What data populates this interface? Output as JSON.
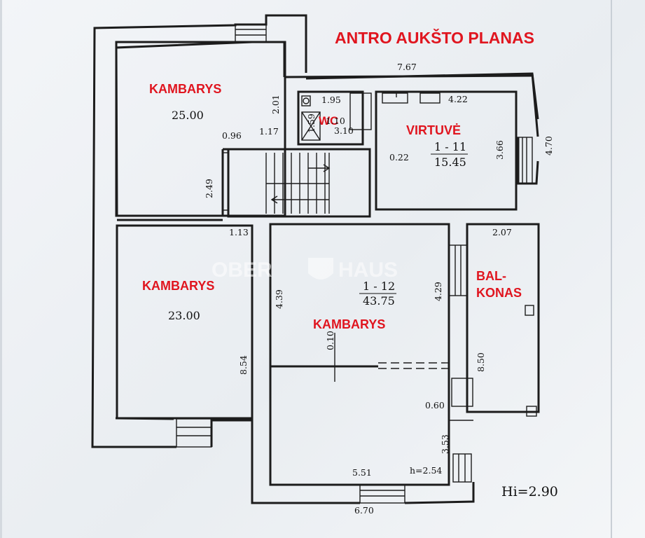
{
  "title": "ANTRO AUKŠTO PLANAS",
  "watermark": {
    "left": "OBER",
    "right": "HAUS"
  },
  "colors": {
    "label": "#e0151f",
    "wall": "#1c1c1c",
    "paper": "#eef1f4"
  },
  "rooms": {
    "room_top_left": {
      "label": "KAMBARYS",
      "area": "25.00"
    },
    "room_bottom_left": {
      "label": "KAMBARYS",
      "area": "23.00"
    },
    "wc": {
      "label": "WC"
    },
    "kitchen": {
      "label": "VIRTUVĖ",
      "number": "1 - 11",
      "area": "15.45"
    },
    "living": {
      "label": "KAMBARYS",
      "number": "1 - 12",
      "area": "43.75"
    },
    "balcony": {
      "label_line1": "BAL-",
      "label_line2": "KONAS"
    }
  },
  "dimensions": {
    "d767": "7.67",
    "d195": "1.95",
    "d422": "4.22",
    "d110": "1.10",
    "d310": "3.10",
    "d159": "1.59",
    "d201": "2.01",
    "d096": "0.96",
    "d117": "1.17",
    "d022": "0.22",
    "d366": "3.66",
    "d470": "4.70",
    "d249": "2.49",
    "d113": "1.13",
    "d207": "2.07",
    "d439": "4.39",
    "d429": "4.29",
    "d010": "0.10",
    "d854": "8.54",
    "d850": "8.50",
    "d060": "0.60",
    "d353": "3.53",
    "d551": "5.51",
    "d670": "6.70",
    "height": "h=2.54",
    "hi": "Hi=2.90"
  }
}
